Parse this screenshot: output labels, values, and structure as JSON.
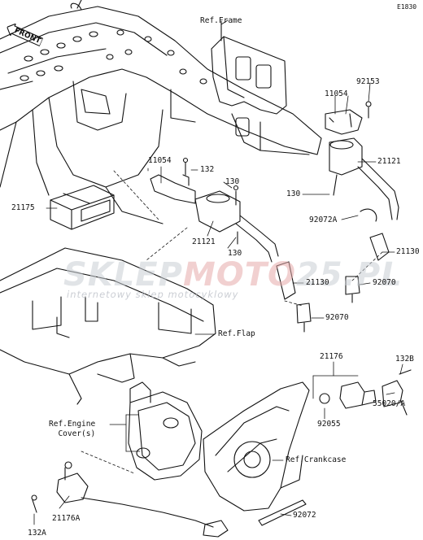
{
  "diagram": {
    "code": "E1830",
    "front_label": "FRONT",
    "watermark": {
      "brand_part1": "SKLEP",
      "brand_part2": "MOTO",
      "brand_part3": "25.PL",
      "tagline": "internetowy sklep motocyklowy"
    },
    "refs": {
      "frame": "Ref.Frame",
      "flap": "Ref.Flap",
      "engine_cover": "Ref.Engine\n  Cover(s)",
      "crankcase": "Ref.Crankcase"
    },
    "parts": {
      "p92153": "92153",
      "p11054_top": "11054",
      "p21121_right": "21121",
      "p11054_mid": "11054",
      "p132": "132",
      "p130_mid": "130",
      "p130_right": "130",
      "p21175": "21175",
      "p92072A": "92072A",
      "p21121_mid": "21121",
      "p130_low": "130",
      "p21130_right": "21130",
      "p21130_mid": "21130",
      "p92070_right": "92070",
      "p92070_mid": "92070",
      "p132B": "132B",
      "p21176": "21176",
      "p55020A": "55020/A",
      "p92055": "92055",
      "p21176A": "21176A",
      "p92072": "92072",
      "p132A": "132A"
    }
  }
}
